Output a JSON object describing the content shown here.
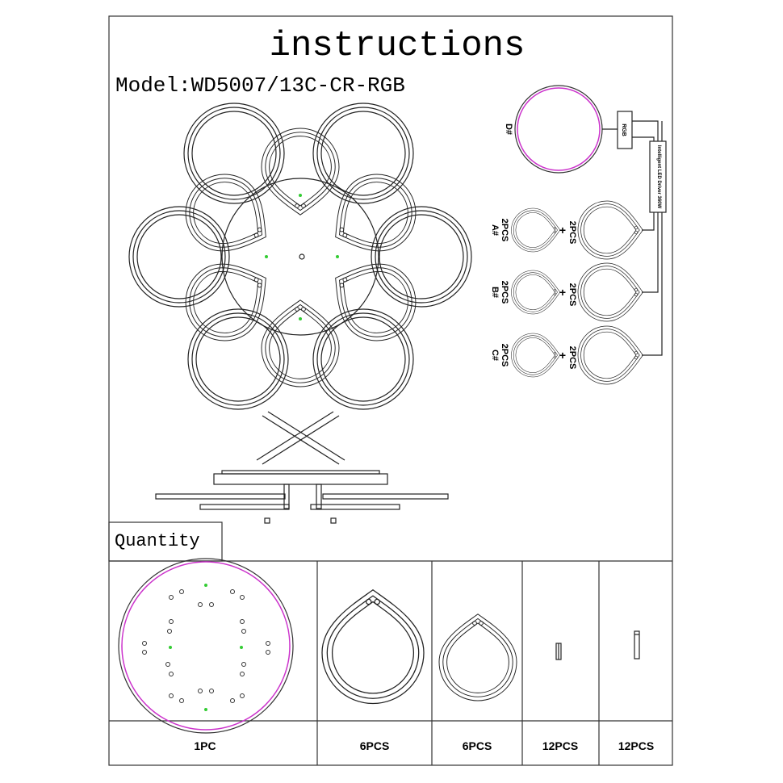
{
  "title": "instructions",
  "model": "Model:WD5007/13C-CR-RGB",
  "wiring": {
    "base_label": "D#",
    "rgb_box": "RGB",
    "driver_box": "Intelligent LED Driver 360W",
    "rows": [
      {
        "label": "A#",
        "small_qty": "2PCS",
        "large_qty": "2PCS"
      },
      {
        "label": "B#",
        "small_qty": "2PCS",
        "large_qty": "2PCS"
      },
      {
        "label": "C#",
        "small_qty": "2PCS",
        "large_qty": "2PCS"
      }
    ]
  },
  "quantity": {
    "heading": "Quantity",
    "items": [
      "1PC",
      "6PCS",
      "6PCS",
      "12PCS",
      "12PCS"
    ]
  },
  "colors": {
    "magenta": "#cc33cc",
    "green_led": "#33cc33"
  }
}
